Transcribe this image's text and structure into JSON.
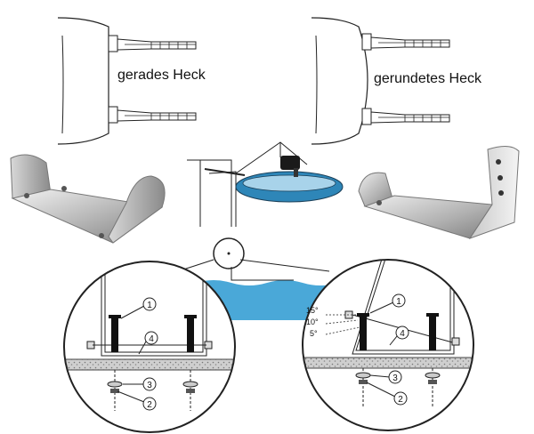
{
  "labels": {
    "straight_transom": "gerades Heck",
    "rounded_transom": "gerundetes Heck"
  },
  "callouts": {
    "left": [
      "1",
      "2",
      "3",
      "4"
    ],
    "right": [
      "1",
      "2",
      "3",
      "4"
    ]
  },
  "angles": [
    "15°",
    "10°",
    "5°"
  ],
  "colors": {
    "water": "#4aa8d8",
    "dinghy_tube": "#2e86b8",
    "ground": "#c8c8c8",
    "line": "#222222"
  }
}
